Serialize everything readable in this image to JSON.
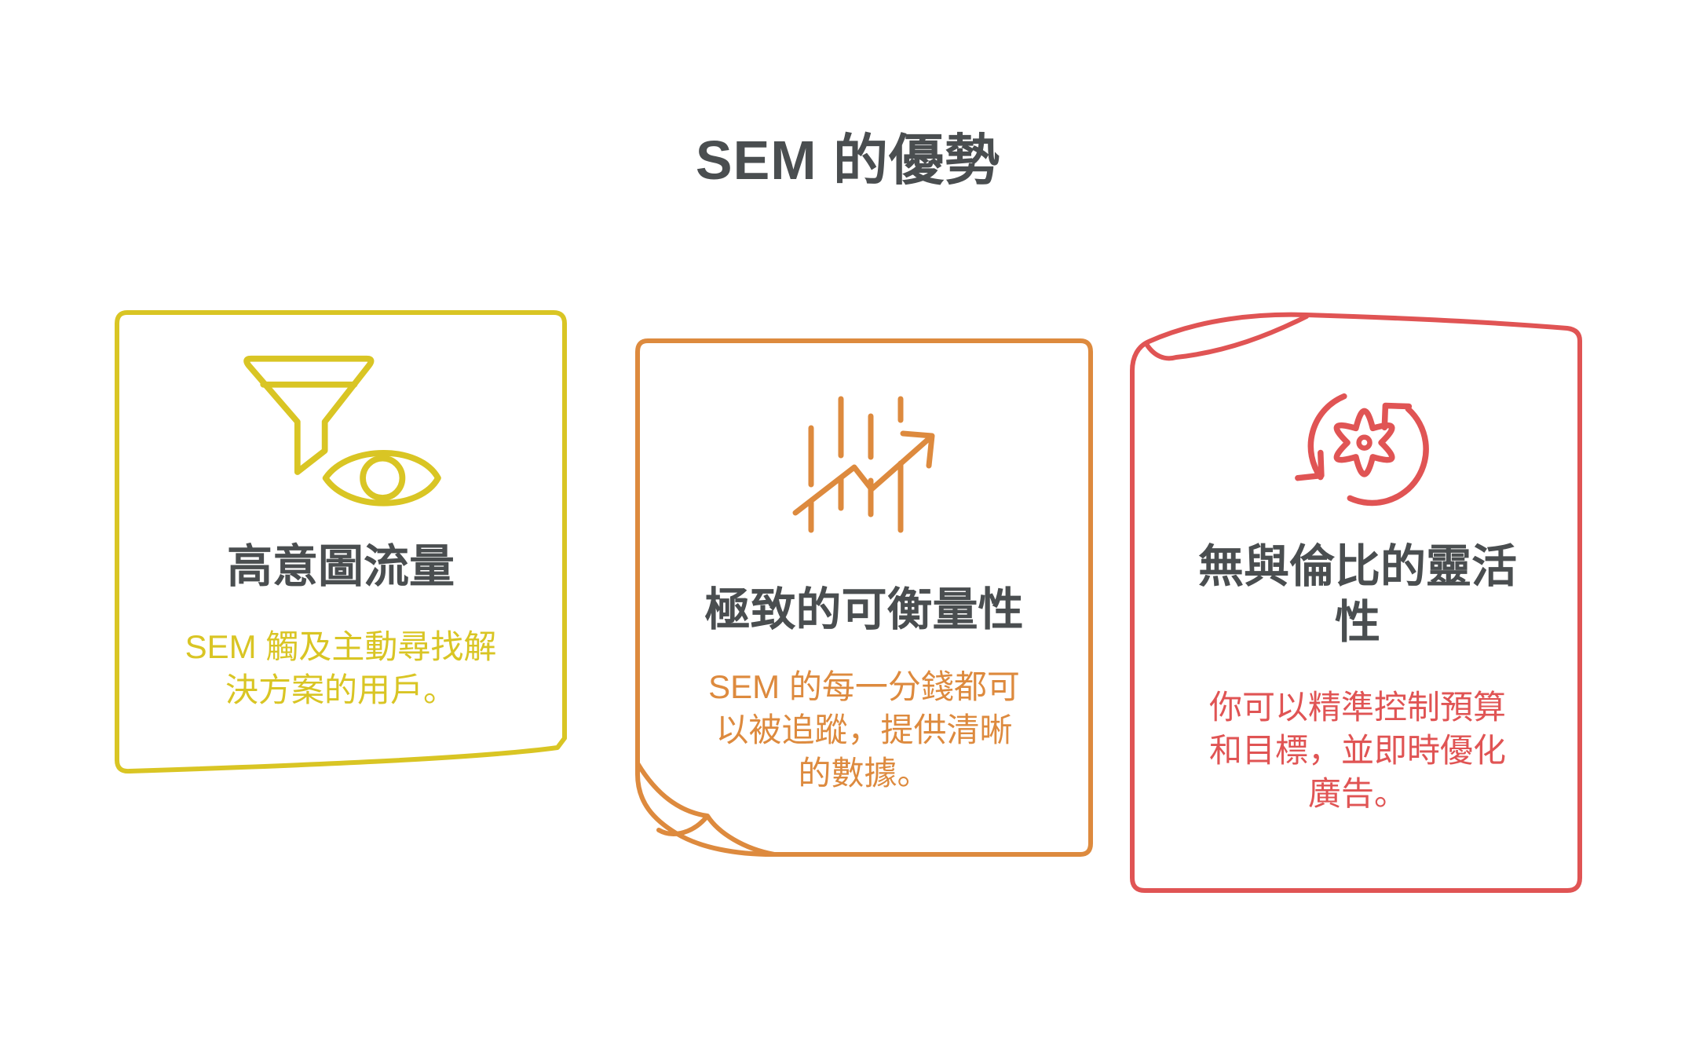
{
  "page_title": "SEM 的優勢",
  "colors": {
    "heading": "#4a4e50",
    "background": "#ffffff"
  },
  "cards": [
    {
      "accent": "#d9c524",
      "icon": "funnel-eye-icon",
      "title": "高意圖流量",
      "title_lines": [
        "高意圖流量"
      ],
      "body": "SEM 觸及主動尋找解決方案的用戶。",
      "body_lines": [
        "SEM 觸及主動尋找解",
        "決方案的用戶。"
      ]
    },
    {
      "accent": "#dd8a3e",
      "icon": "growth-chart-arrow-icon",
      "title": "極致的可衡量性",
      "title_lines": [
        "極致的可衡量性"
      ],
      "body": "SEM 的每一分錢都可以被追蹤，提供清晰的數據。",
      "body_lines": [
        "SEM 的每一分錢都可",
        "以被追蹤，提供清晰",
        "的數據。"
      ]
    },
    {
      "accent": "#e05454",
      "icon": "gear-sync-icon",
      "title": "無與倫比的靈活性",
      "title_lines": [
        "無與倫比的靈活",
        "性"
      ],
      "body": "你可以精準控制預算和目標，並即時優化廣告。",
      "body_lines": [
        "你可以精準控制預算",
        "和目標，並即時優化",
        "廣告。"
      ]
    }
  ]
}
